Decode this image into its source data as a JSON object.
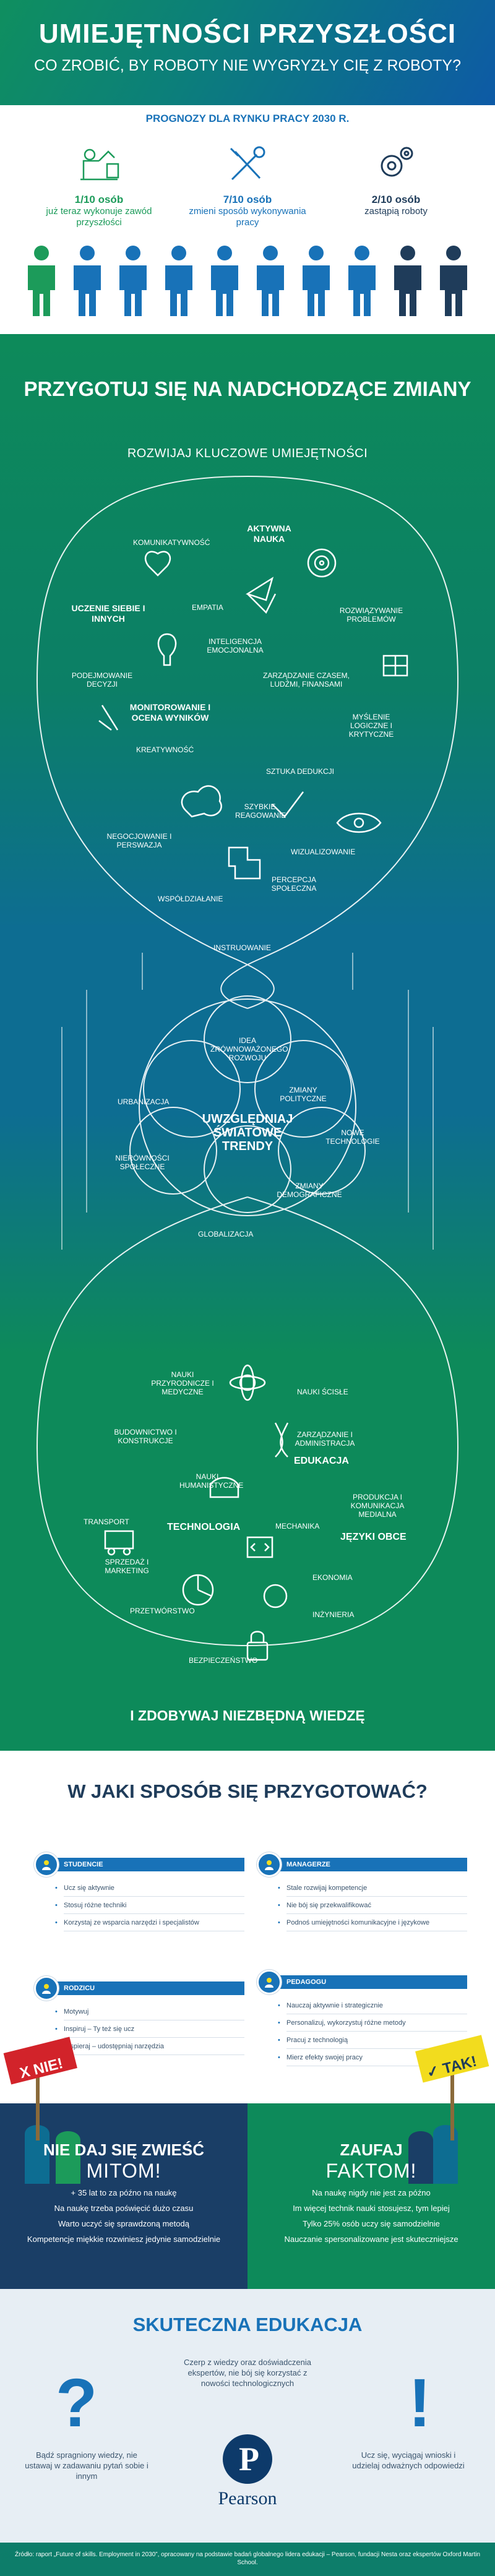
{
  "header": {
    "title": "UMIEJĘTNOŚCI PRZYSZŁOŚCI",
    "subtitle": "CO ZROBIĆ, BY ROBOTY NIE WYGRYZŁY CIĘ Z ROBOTY?"
  },
  "forecast": {
    "title": "PROGNOZY DLA RYNKU PRACY 2030 R.",
    "stats": [
      {
        "value": "1/10 osób",
        "text": "już teraz wykonuje zawód przyszłości"
      },
      {
        "value": "7/10 osób",
        "text": "zmieni sposób wykonywania pracy"
      },
      {
        "value": "2/10 osób",
        "text": "zastąpią roboty"
      }
    ]
  },
  "main": {
    "heading": "PRZYGOTUJ SIĘ NA NADCHODZĄCE ZMIANY",
    "skills_title": "ROZWIJAJ KLUCZOWE UMIEJĘTNOŚCI",
    "trends_title": "UWZGLĘDNIAJ ŚWIATOWE TRENDY",
    "knowledge_title": "I ZDOBYWAJ NIEZBĘDNĄ WIEDZĘ",
    "skills": [
      "KOMUNIKATYWNOŚĆ",
      "AKTYWNA NAUKA",
      "EMPATIA",
      "ROZWIĄZYWANIE PROBLEMÓW",
      "UCZENIE SIEBIE I INNYCH",
      "INTELIGENCJA EMOCJONALNA",
      "PODEJMOWANIE DECYZJI",
      "ZARZĄDZANIE CZASEM, LUDŹMI, FINANSAMI",
      "MONITOROWANIE I OCENA WYNIKÓW",
      "MYŚLENIE LOGICZNE I KRYTYCZNE",
      "KREATYWNOŚĆ",
      "SZTUKA DEDUKCJI",
      "SZYBKIE REAGOWANIE",
      "NEGOCJOWANIE I PERSWAZJA",
      "WIZUALIZOWANIE",
      "PERCEPCJA SPOŁECZNA",
      "WSPÓŁDZIAŁANIE",
      "INSTRUOWANIE"
    ],
    "trends": [
      "IDEA ZRÓWNOWAŻONEGO ROZWOJU",
      "ZMIANY POLITYCZNE",
      "URBANIZACJA",
      "NOWE TECHNOLOGIE",
      "NIERÓWNOŚCI SPOŁECZNE",
      "ZMIANY DEMOGRAFICZNE",
      "GLOBALIZACJA"
    ],
    "knowledge": [
      "NAUKI PRZYRODNICZE I MEDYCZNE",
      "NAUKI ŚCISŁE",
      "BUDOWNICTWO I KONSTRUKCJE",
      "ZARZĄDZANIE I ADMINISTRACJA",
      "NAUKI HUMANISTYCZNE",
      "EDUKACJA",
      "TRANSPORT",
      "PRODUKCJA I KOMUNIKACJA MEDIALNA",
      "TECHNOLOGIA",
      "MECHANIKA",
      "JĘZYKI OBCE",
      "SPRZEDAŻ I MARKETING",
      "EKONOMIA",
      "PRZETWÓRSTWO",
      "INŻYNIERIA",
      "BEZPIECZEŃSTWO"
    ]
  },
  "how": {
    "title": "W JAKI SPOSÓB SIĘ PRZYGOTOWAĆ?",
    "cards": [
      {
        "label": "STUDENCIE",
        "color": "#1872b8",
        "items": [
          "Ucz się aktywnie",
          "Stosuj różne techniki",
          "Korzystaj ze wsparcia narzędzi i specjalistów"
        ]
      },
      {
        "label": "MANAGERZE",
        "color": "#1872b8",
        "items": [
          "Stale rozwijaj kompetencje",
          "Nie bój się przekwalifikować",
          "Podnoś umiejętności komunikacyjne i językowe"
        ]
      },
      {
        "label": "RODZICU",
        "color": "#1872b8",
        "items": [
          "Motywuj",
          "Inspiruj – Ty też się ucz",
          "Wspieraj – udostępniaj narzędzia"
        ]
      },
      {
        "label": "PEDAGOGU",
        "color": "#1872b8",
        "items": [
          "Nauczaj aktywnie i strategicznie",
          "Personalizuj, wykorzystuj różne metody",
          "Pracuj z technologią",
          "Mierz efekty swojej pracy"
        ]
      }
    ]
  },
  "myth": {
    "sign_left": "X NIE!",
    "sign_right": "✓ TAK!",
    "left_title": "NIE DAJ SIĘ ZWIEŚĆ",
    "left_sub": "MITOM!",
    "left_lines": [
      "+ 35 lat to za późno na naukę",
      "Na naukę trzeba poświęcić dużo czasu",
      "Warto uczyć się sprawdzoną metodą",
      "Kompetencje miękkie rozwiniesz jedynie samodzielnie"
    ],
    "right_title": "ZAUFAJ",
    "right_sub": "FAKTOM!",
    "right_lines": [
      "Na naukę nigdy nie jest za późno",
      "Im więcej technik nauki stosujesz, tym lepiej",
      "Tylko 25% osób uczy się samodzielnie",
      "Nauczanie spersonalizowane jest skuteczniejsze"
    ]
  },
  "edu": {
    "title": "SKUTECZNA EDUKACJA",
    "left": "Bądź spragniony wiedzy, nie ustawaj w zadawaniu pytań sobie i innym",
    "center": "Czerp z wiedzy oraz doświadczenia ekspertów, nie bój się korzystać z nowości technologicznych",
    "right": "Ucz się, wyciągaj wnioski i udzielaj odważnych odpowiedzi",
    "brand": "Pearson"
  },
  "footer": {
    "text": "Źródło: raport „Future of skills. Employment in 2030”, opracowany na podstawie badań globalnego lidera edukacji – Pearson, fundacji Nesta oraz ekspertów Oxford Martin School."
  },
  "colors": {
    "green": "#0d8a5a",
    "blue": "#1872b8",
    "navy": "#1a3e66",
    "red": "#d2232a",
    "yellow": "#f2dc1e"
  }
}
